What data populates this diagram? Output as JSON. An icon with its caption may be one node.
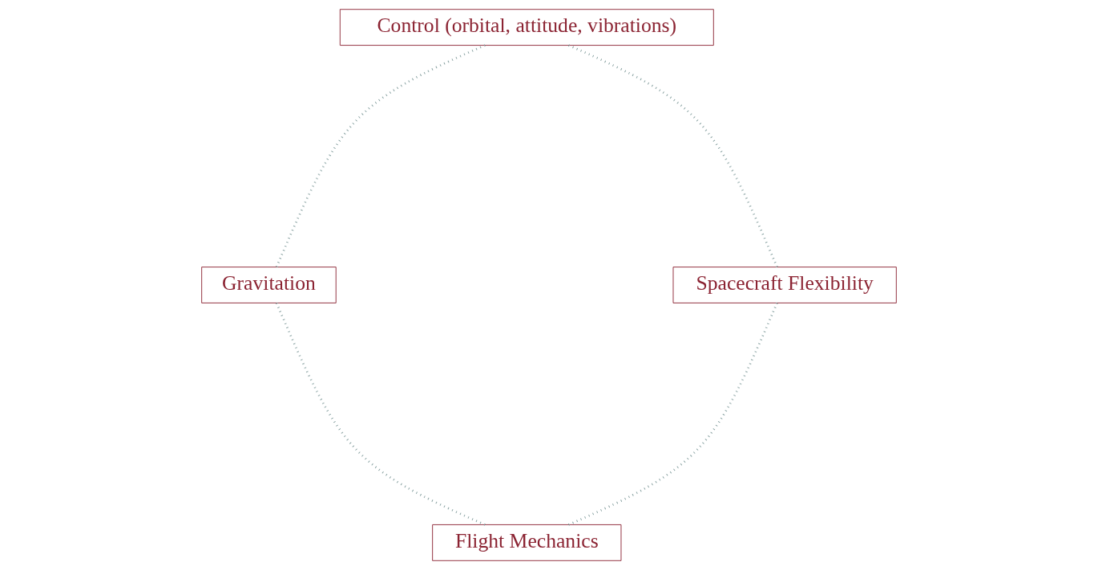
{
  "diagram": {
    "nodes": [
      {
        "text": [
          "Flight Mechanics"
        ]
      },
      {
        "text": [
          "Spacecraft Flexibility"
        ]
      },
      {
        "text": [
          "Gravitation"
        ]
      },
      {
        "text": [
          "Control (orbital, attitude, vibrations)"
        ]
      }
    ],
    "edges": [
      {
        "from": 0,
        "to": 2,
        "arrow": "none",
        "style": "dashed"
      },
      {
        "from": 2,
        "to": 3,
        "arrow": "none",
        "style": "dashed"
      },
      {
        "from": 3,
        "to": 1,
        "arrow": "none",
        "style": "dashed"
      },
      {
        "from": 1,
        "to": 0,
        "arrow": "none",
        "style": "dashed"
      }
    ]
  }
}
